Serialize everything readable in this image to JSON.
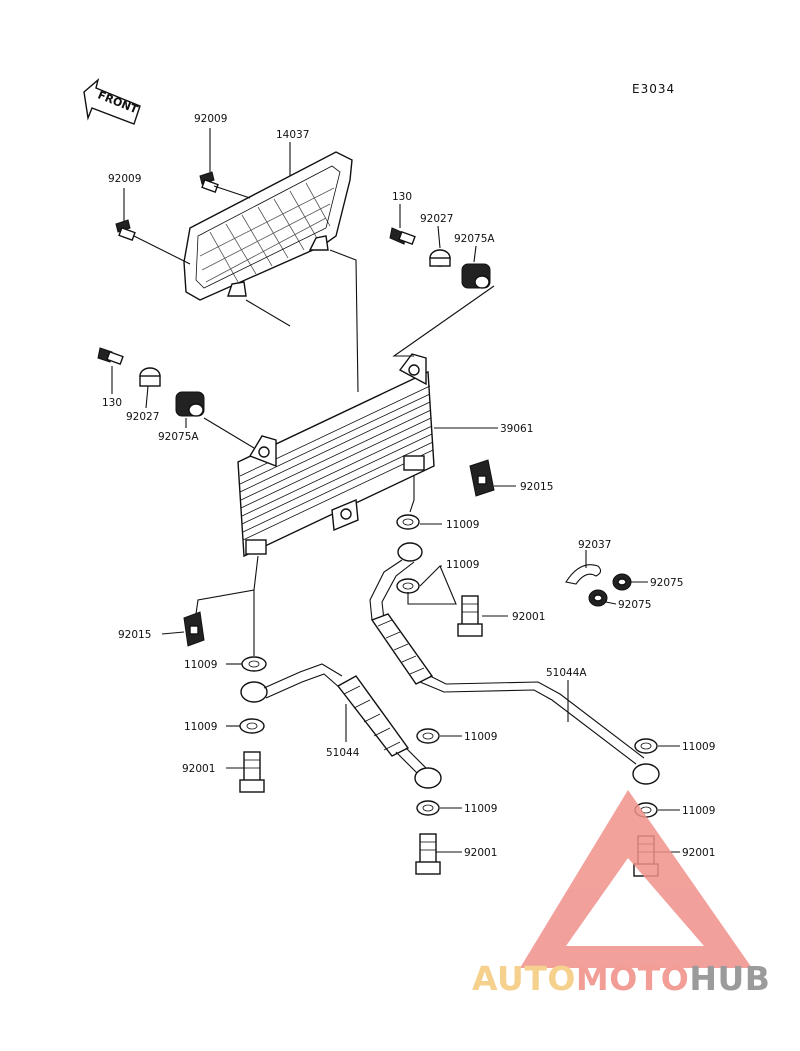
{
  "diagram": {
    "code": "E3034",
    "front_label": "FRONT",
    "labels": {
      "l92009a": "92009",
      "l14037": "14037",
      "l92009b": "92009",
      "l130a": "130",
      "l92027a": "92027",
      "l92075Aa": "92075A",
      "l130b": "130",
      "l92027b": "92027",
      "l92075Ab": "92075A",
      "l39061": "39061",
      "l92015a": "92015",
      "l11009a": "11009",
      "l92037": "92037",
      "l11009b": "11009",
      "l92075a": "92075",
      "l92001a": "92001",
      "l92075b": "92075",
      "l92015b": "92015",
      "l51044A": "51044A",
      "l11009c": "11009",
      "l11009d": "11009",
      "l11009e": "11009",
      "l51044": "51044",
      "l11009f": "11009",
      "l92001b": "92001",
      "l11009g": "11009",
      "l11009h": "11009",
      "l92001c": "92001",
      "l92001d": "92001"
    }
  },
  "watermark": {
    "part1": "AUTO",
    "part2": "MOTO",
    "part3": "HUB",
    "colors": {
      "triangle": "#f0908a",
      "auto": "#f5c87a",
      "moto": "#f08c84",
      "hub": "#8a8a8a"
    }
  }
}
